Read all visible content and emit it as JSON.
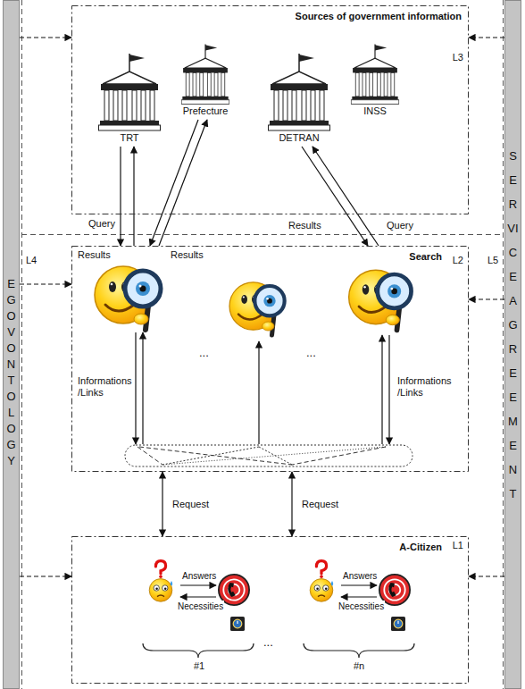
{
  "diagram": {
    "nodes": [
      {
        "text": [
          "L4",
          "EGOV ONTOLOGY"
        ]
      },
      {
        "text": [
          "Sources of government information",
          "L3"
        ]
      },
      {
        "text": [
          "TRT"
        ],
        "in": 1
      },
      {
        "text": [
          "Prefecture"
        ],
        "in": 1
      },
      {
        "text": [
          "DETRAN"
        ],
        "in": 1
      },
      {
        "text": [
          "INSS"
        ],
        "in": 1
      },
      {
        "text": [
          "Search",
          "L2"
        ]
      },
      {
        "text": [
          "A-Citizen",
          "L1"
        ]
      },
      {
        "text": [
          "L5",
          "SERVICE AGREEMENT"
        ]
      }
    ],
    "edges": [
      {
        "from": 2,
        "to": 6,
        "arrow": "to",
        "label": "Results"
      },
      {
        "from": 6,
        "to": 2,
        "arrow": "to",
        "label": "Query"
      },
      {
        "from": 6,
        "to": 3,
        "arrow": "to"
      },
      {
        "from": 3,
        "to": 6,
        "arrow": "to",
        "label": "Results"
      },
      {
        "from": 4,
        "to": 6,
        "arrow": "to",
        "label": "Results"
      },
      {
        "from": 6,
        "to": 4,
        "arrow": "to",
        "label": "Query"
      },
      {
        "from": 7,
        "to": 6,
        "arrow": "both",
        "label": "Request"
      },
      {
        "from": 7,
        "to": 6,
        "arrow": "both",
        "label": "Request"
      },
      {
        "from": 0,
        "to": 1,
        "arrow": "to"
      },
      {
        "from": 0,
        "to": 6,
        "arrow": "to"
      },
      {
        "from": 0,
        "to": 7,
        "arrow": "to"
      },
      {
        "from": 8,
        "to": 1,
        "arrow": "to"
      },
      {
        "from": 8,
        "to": 6,
        "arrow": "to"
      },
      {
        "from": 8,
        "to": 7,
        "arrow": "to"
      }
    ],
    "labels": [
      "Informations /Links",
      "Informations /Links",
      "...",
      "...",
      "Answers",
      "Necessities",
      "Answers",
      "Necessities",
      "...",
      "#1",
      "#n"
    ]
  }
}
